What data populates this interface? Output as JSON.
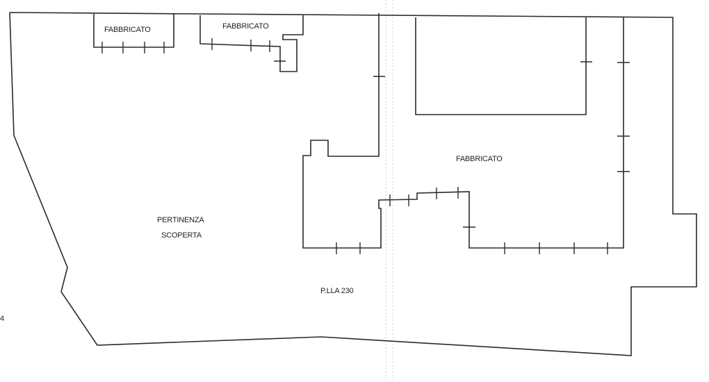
{
  "plan": {
    "labels": {
      "building_1": "FABBRICATO",
      "building_2": "FABBRICATO",
      "building_main": "FABBRICATO",
      "open_area_line1": "PERTINENZA",
      "open_area_line2": "SCOPERTA",
      "parcel": "P.LLA 230",
      "edge_number": "4"
    },
    "line_color": "#2a2a2a",
    "background": "#ffffff"
  }
}
